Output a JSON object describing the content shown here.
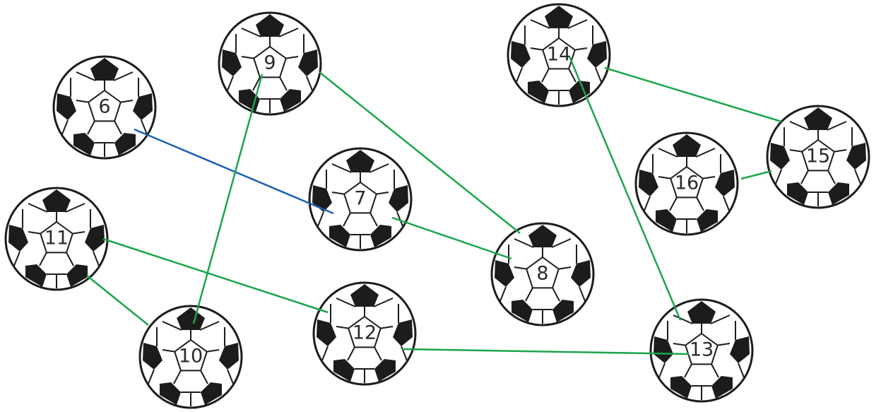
{
  "balls": [
    {
      "id": "6",
      "label": "6"
    },
    {
      "id": "7",
      "label": "7"
    },
    {
      "id": "8",
      "label": "8"
    },
    {
      "id": "9",
      "label": "9"
    },
    {
      "id": "10",
      "label": "10"
    },
    {
      "id": "11",
      "label": "11"
    },
    {
      "id": "12",
      "label": "12"
    },
    {
      "id": "13",
      "label": "13"
    },
    {
      "id": "14",
      "label": "14"
    },
    {
      "id": "15",
      "label": "15"
    },
    {
      "id": "16",
      "label": "16"
    }
  ],
  "connections": [
    {
      "from": "6",
      "to": "7",
      "color": "#1a5fb4"
    },
    {
      "from": "7",
      "to": "8",
      "color": "#1aa64a"
    },
    {
      "from": "9",
      "to": "8",
      "color": "#1aa64a"
    },
    {
      "from": "9",
      "to": "10",
      "color": "#1aa64a"
    },
    {
      "from": "11",
      "to": "10",
      "color": "#1aa64a"
    },
    {
      "from": "11",
      "to": "12",
      "color": "#1aa64a"
    },
    {
      "from": "12",
      "to": "13",
      "color": "#1aa64a"
    },
    {
      "from": "14",
      "to": "13",
      "color": "#1aa64a"
    },
    {
      "from": "14",
      "to": "15",
      "color": "#1aa64a"
    },
    {
      "from": "16",
      "to": "15",
      "color": "#1aa64a"
    }
  ],
  "colors": {
    "ball_outline": "#1c1c1c",
    "ball_patch": "#1c1c1c",
    "ball_fill": "#ffffff",
    "label_color": "#2a2a2a"
  }
}
